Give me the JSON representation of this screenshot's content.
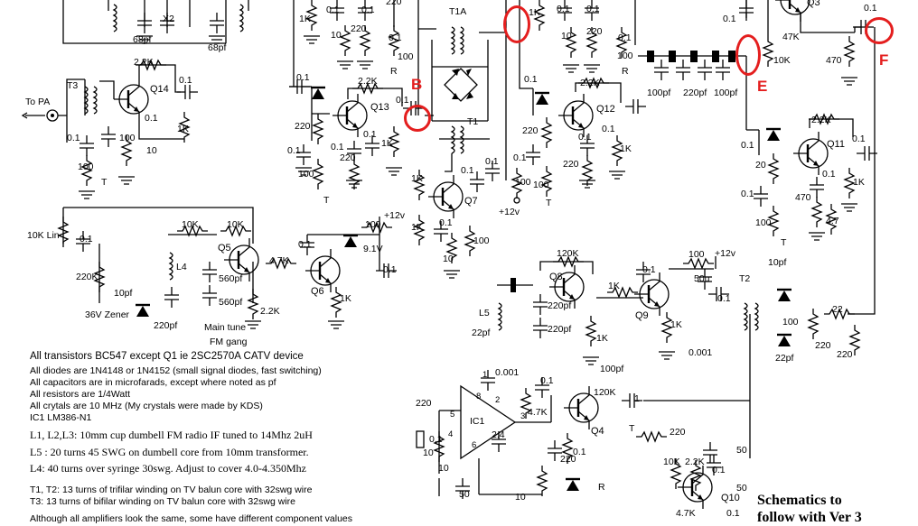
{
  "labels": {
    "to_pa": "To PA",
    "v12": "+12v",
    "zener36": "36V Zener",
    "main_tune": "Main tune",
    "fm_gang": "FM gang",
    "lin10k": "10K Lin",
    "zener91": "9.1V",
    "t1a": "T1A",
    "t1": "T1",
    "t2": "T2",
    "t3": "T3",
    "x2": "X2",
    "ic1": "IC1",
    "l4": "L4",
    "l5": "L5",
    "t": "T",
    "r": "R"
  },
  "transistors": [
    "Q3",
    "Q4",
    "Q5",
    "Q6",
    "Q7",
    "Q8",
    "Q9",
    "Q10",
    "Q11",
    "Q12",
    "Q13",
    "Q14"
  ],
  "values": {
    "c01": "0.1",
    "c001": "0.001",
    "c100pf": "100pf",
    "c220pf": "220pf",
    "c560pf": "560pf",
    "c68pf": "68pf",
    "c10pf": "10pf",
    "c22pf": "22pf",
    "c50u": "50u",
    "c50": "50",
    "c24": "2.4",
    "r1k": "1K",
    "r22k": "2.2K",
    "r10k": "10K",
    "r47k": "4.7K",
    "r47K": "47K",
    "r120k": "120K",
    "r220k": "220K",
    "r100": "100",
    "r220": "220",
    "r470": "470",
    "r22": "22",
    "r10": "10",
    "r20": "20",
    "r47": "4.7",
    "r2uh": "2uH"
  },
  "markers": [
    {
      "name": "B"
    },
    {
      "name": "E"
    },
    {
      "name": "F"
    }
  ],
  "notes": {
    "line1": "All transistors BC547 except Q1 ie 2SC2570A CATV device",
    "line2": "All diodes are 1N4148 or 1N4152 (small signal diodes, fast switching)",
    "line3": "All capacitors are in microfarads, except where noted as pf",
    "line4": "All resistors are 1/4Watt",
    "line5": "All crytals are 10 MHz (My crystals were made by KDS)",
    "line6": "IC1 LM386-N1",
    "line7": "L1, L2,L3: 10mm cup dumbell FM radio IF tuned to 14Mhz     2uH",
    "line8": "L5 : 20 turns 45 SWG on dumbell core from 10mm transformer.",
    "line9": "L4: 40 turns over syringe 30swg. Adjust to cover 4.0-4.350Mhz",
    "line10": "T1, T2: 13 turns of trifilar winding on TV balun core with 32swg wire",
    "line11": "T3: 13 turns of bifilar winding on TV balun core with 32swg wire",
    "line12": "Although all amplifiers look the same, some have different component values"
  },
  "footer": {
    "line1": "Schematics to",
    "line2": "follow with Ver 3"
  }
}
